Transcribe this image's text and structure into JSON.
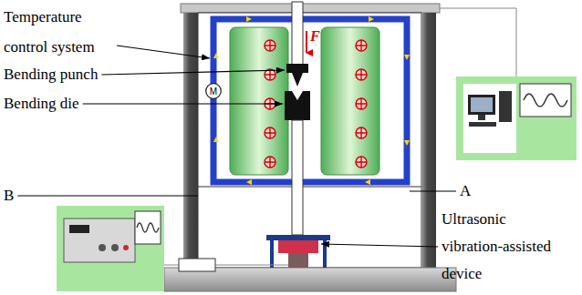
{
  "diagram": {
    "nodes": [
      {
        "text": [
          "M"
        ]
      }
    ],
    "labels": [
      "Temperature control system",
      "F",
      "Bending punch",
      "Bending die",
      "A",
      "B",
      "Ultrasonic vibration-assisted device"
    ]
  }
}
